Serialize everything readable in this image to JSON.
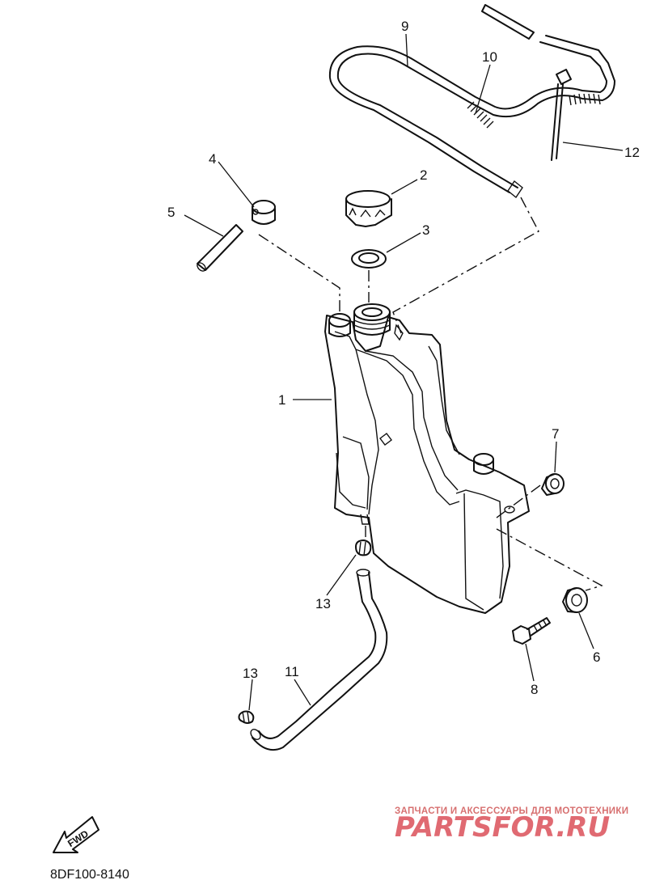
{
  "callouts": {
    "c1": "1",
    "c2": "2",
    "c3": "3",
    "c4": "4",
    "c5": "5",
    "c6": "6",
    "c7": "7",
    "c8": "8",
    "c9": "9",
    "c10": "10",
    "c11": "11",
    "c12": "12",
    "c13a": "13",
    "c13b": "13"
  },
  "direction_label": "FWD",
  "diagram_code": "8DF100-8140",
  "watermark": {
    "tagline": "ЗАПЧАСТИ И АКСЕССУАРЫ ДЛЯ МОТОТЕХНИКИ",
    "brand": "PARTSFOR.RU",
    "brand_color": "#e06a72"
  }
}
